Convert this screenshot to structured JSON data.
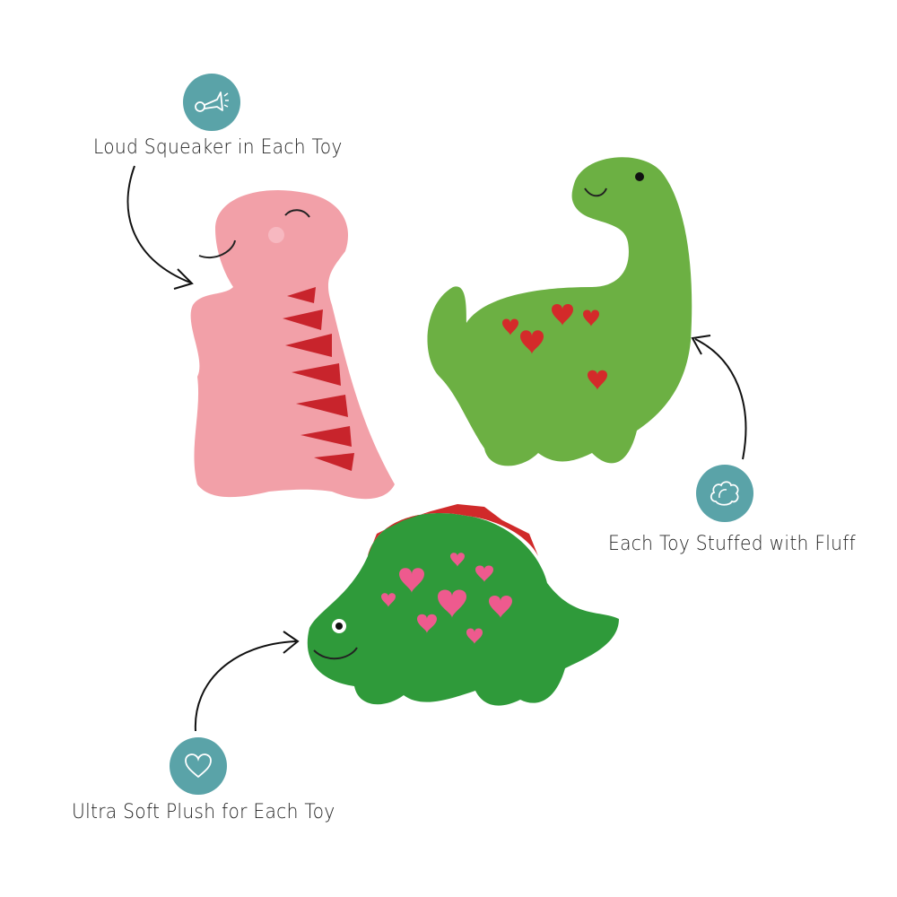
{
  "features": [
    {
      "icon": "horn-icon",
      "label": "Loud Squeaker in Each Toy"
    },
    {
      "icon": "fluff-cloud-icon",
      "label": "Each Toy Stuffed with Fluff"
    },
    {
      "icon": "heart-icon",
      "label": "Ultra Soft Plush for Each Toy"
    }
  ],
  "colors": {
    "badge": "#5aa3a8",
    "pink_toy": "#f2a0a8",
    "green_toy": "#6cb043",
    "dark_green_toy": "#2f9a3a",
    "heart_red": "#d42a2a",
    "heart_pink": "#ee5a8e"
  }
}
